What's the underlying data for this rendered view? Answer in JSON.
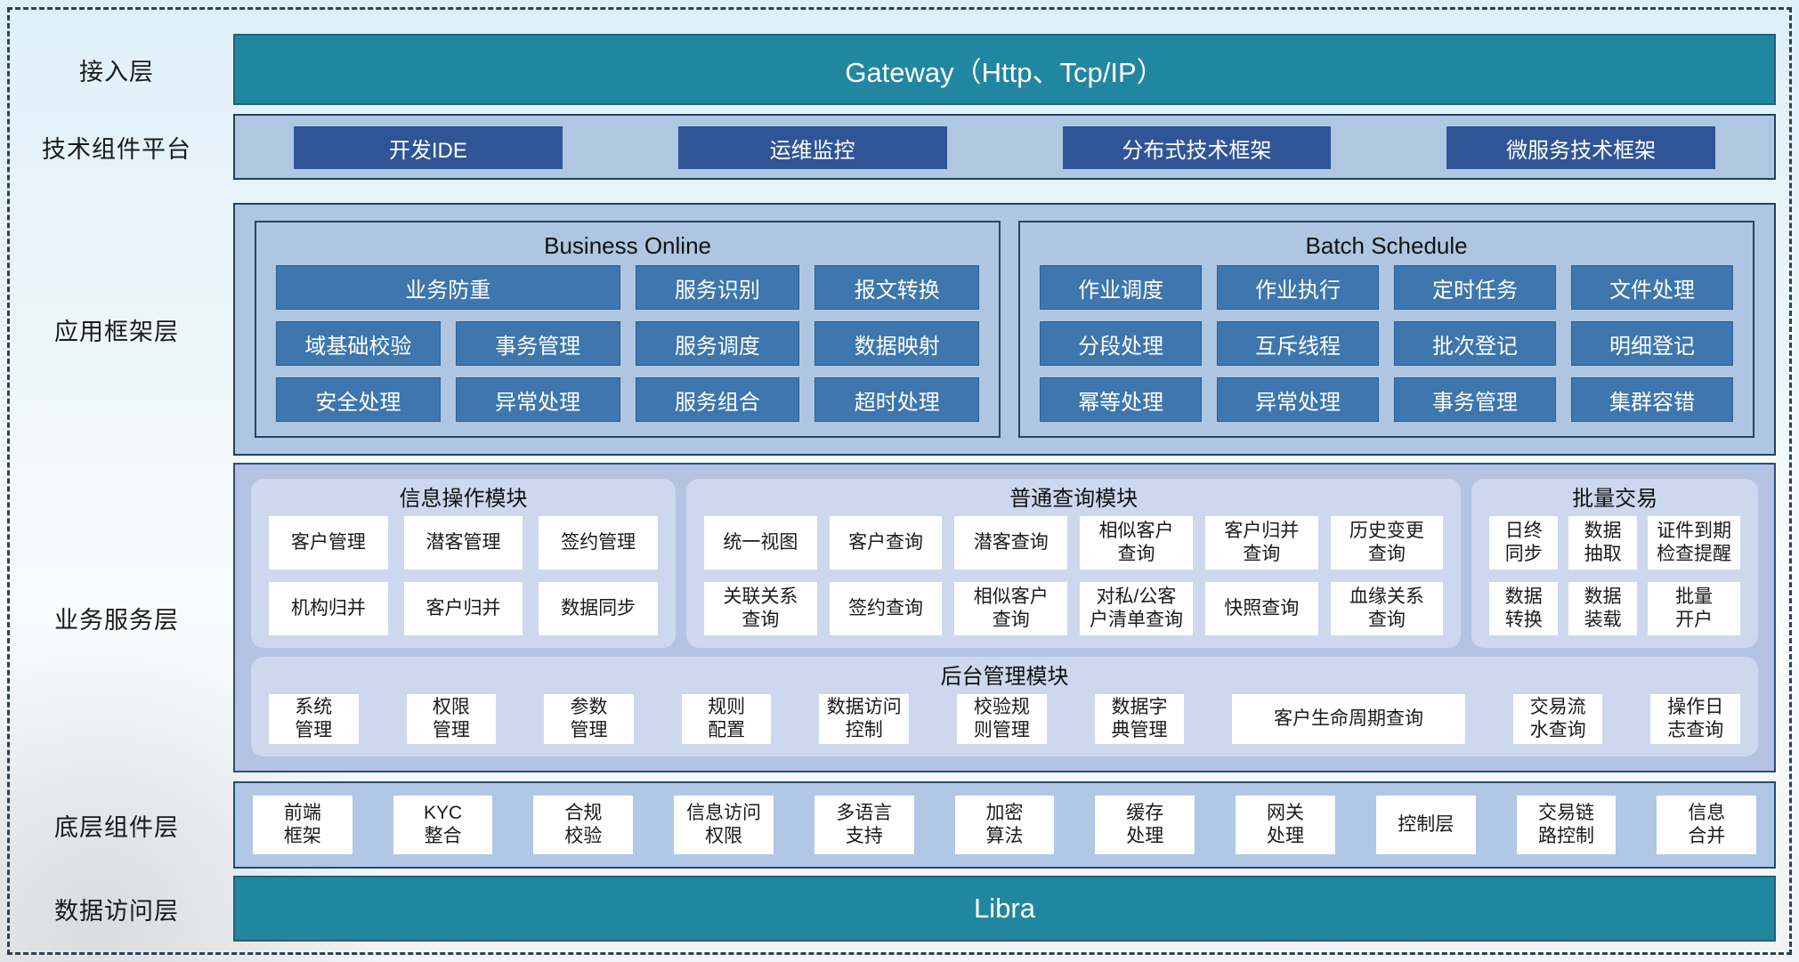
{
  "layers": {
    "access": {
      "label": "接入层",
      "bar": "Gateway（Http、Tcp/IP）"
    },
    "tech": {
      "label": "技术组件平台",
      "buttons": [
        "开发IDE",
        "运维监控",
        "分布式技术框架",
        "微服务技术框架"
      ]
    },
    "framework": {
      "label": "应用框架层",
      "business_online": {
        "title": "Business Online",
        "buttons": [
          {
            "text": "业务防重",
            "span": 2
          },
          "服务识别",
          "报文转换",
          "域基础校验",
          "事务管理",
          "服务调度",
          "数据映射",
          "安全处理",
          "异常处理",
          "服务组合",
          "超时处理"
        ]
      },
      "batch_schedule": {
        "title": "Batch Schedule",
        "buttons": [
          "作业调度",
          "作业执行",
          "定时任务",
          "文件处理",
          "分段处理",
          "互斥线程",
          "批次登记",
          "明细登记",
          "幂等处理",
          "异常处理",
          "事务管理",
          "集群容错"
        ]
      }
    },
    "service": {
      "label": "业务服务层",
      "info_module": {
        "title": "信息操作模块",
        "items": [
          "客户管理",
          "潜客管理",
          "签约管理",
          "机构归并",
          "客户归并",
          "数据同步"
        ]
      },
      "query_module": {
        "title": "普通查询模块",
        "items": [
          "统一视图",
          "客户查询",
          "潜客查询",
          "相似客户\n查询",
          "客户归并\n查询",
          "历史变更\n查询",
          "关联关系\n查询",
          "签约查询",
          "相似客户\n查询",
          "对私/公客\n户清单查询",
          "快照查询",
          "血缘关系\n查询"
        ]
      },
      "batch_module": {
        "title": "批量交易",
        "items": [
          "日终\n同步",
          "数据\n抽取",
          "证件到期\n检查提醒",
          "数据\n转换",
          "数据\n装载",
          "批量\n开户"
        ]
      },
      "admin_module": {
        "title": "后台管理模块",
        "items": [
          "系统\n管理",
          "权限\n管理",
          "参数\n管理",
          "规则\n配置",
          "数据访问\n控制",
          "校验规\n则管理",
          "数据字\n典管理",
          {
            "text": "客户生命周期查询",
            "flex": 2.6
          },
          "交易流\n水查询",
          "操作日\n志查询"
        ]
      }
    },
    "base": {
      "label": "底层组件层",
      "items": [
        "前端\n框架",
        "KYC\n整合",
        "合规\n校验",
        "信息访问\n权限",
        "多语言\n支持",
        "加密\n算法",
        "缓存\n处理",
        "网关\n处理",
        "控制层",
        "交易链\n路控制",
        "信息\n合并"
      ]
    },
    "data": {
      "label": "数据访问层",
      "bar": "Libra"
    }
  },
  "colors": {
    "teal": "#2187a0",
    "dark_blue_button": "#2f5596",
    "steel_blue_button": "#3e76ad",
    "framework_panel": "#aec6e1",
    "service_panel": "#b4c3e2",
    "module_bg": "#cdd8ef",
    "dashed_border": "#2b4156"
  }
}
